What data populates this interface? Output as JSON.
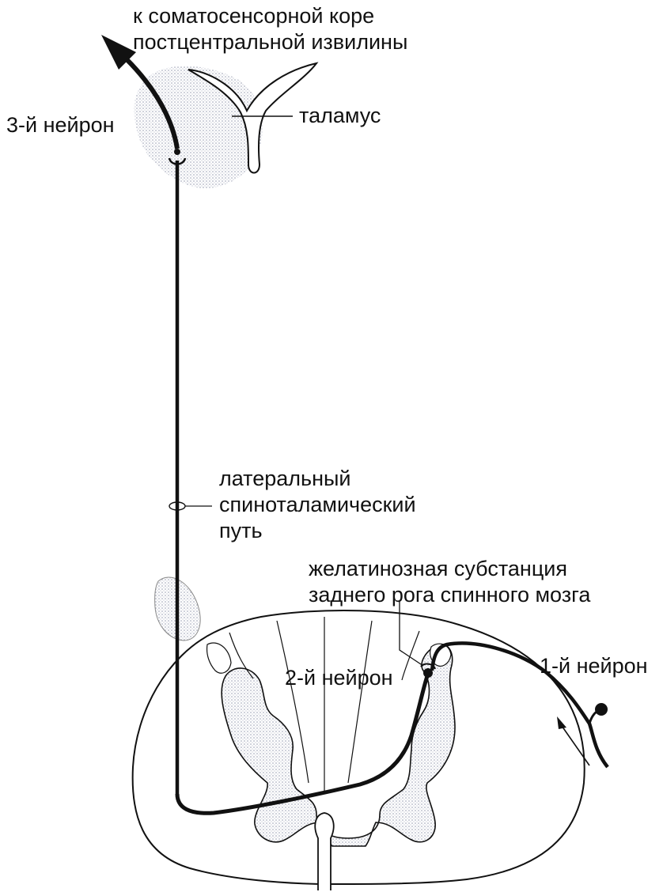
{
  "labels": {
    "cortex": [
      "к соматосенсорной коре",
      "постцентральной извилины"
    ],
    "neuron3": "3-й нейрон",
    "thalamus": "таламус",
    "tract": [
      "латеральный",
      "спиноталамический",
      "путь"
    ],
    "gelatinosa": [
      "желатинозная субстанция",
      "заднего рога спинного мозга"
    ],
    "neuron2": "2-й нейрон",
    "neuron1": "1-й нейрон"
  },
  "colors": {
    "line": "#111111",
    "stipple": "#9aa0b4",
    "background": "#ffffff"
  }
}
